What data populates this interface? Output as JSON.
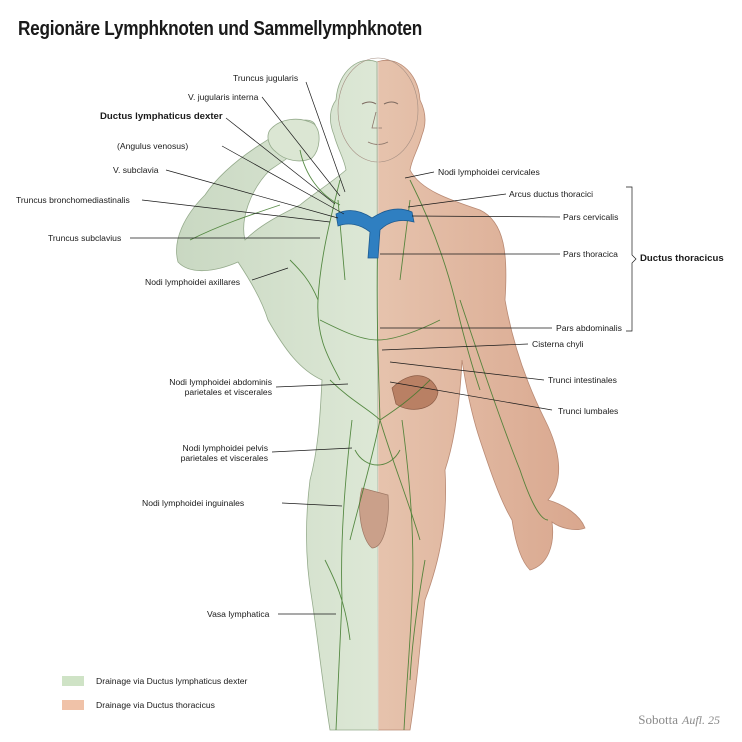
{
  "title": "Regionäre Lymphknoten und Sammellymphknoten",
  "labels": {
    "truncus_jugularis": "Truncus jugularis",
    "v_jugularis_interna": "V. jugularis interna",
    "ductus_lymphaticus_dexter": "Ductus lymphaticus dexter",
    "angulus_venosus": "(Angulus venosus)",
    "v_subclavia": "V. subclavia",
    "truncus_bronchomediastinalis": "Truncus bronchomediastinalis",
    "truncus_subclavius": "Truncus subclavius",
    "nodi_axillares": "Nodi lymphoidei axillares",
    "nodi_cervicales": "Nodi lymphoidei cervicales",
    "arcus_ductus_thoracici": "Arcus ductus thoracici",
    "pars_cervicalis": "Pars cervicalis",
    "pars_thoracica": "Pars thoracica",
    "ductus_thoracicus": "Ductus thoracicus",
    "pars_abdominalis": "Pars abdominalis",
    "cisterna_chyli": "Cisterna chyli",
    "trunci_intestinales": "Trunci intestinales",
    "trunci_lumbales": "Trunci lumbales",
    "nodi_abdominis_1": "Nodi lymphoidei abdominis",
    "nodi_abdominis_2": "parietales et viscerales",
    "nodi_pelvis_1": "Nodi lymphoidei pelvis",
    "nodi_pelvis_2": "parietales et viscerales",
    "nodi_inguinales": "Nodi lymphoidei inguinales",
    "vasa_lymphatica": "Vasa lymphatica"
  },
  "legend": [
    {
      "text": "Drainage via Ductus lymphaticus dexter",
      "color": "#cfe3c6"
    },
    {
      "text": "Drainage via Ductus thoracicus",
      "color": "#f0c2a8"
    }
  ],
  "brand": {
    "name": "Sobotta",
    "edition": "Aufl. 25"
  }
}
